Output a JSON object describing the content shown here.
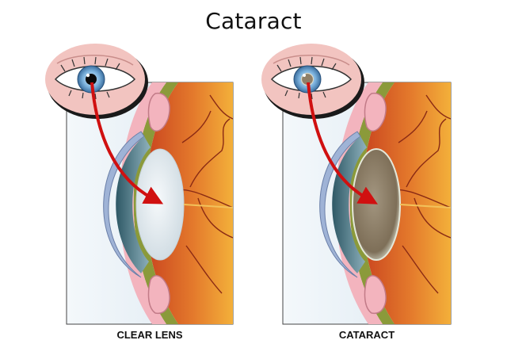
{
  "title": "Cataract",
  "panels": [
    {
      "label": "CLEAR LENS"
    },
    {
      "label": "CATARACT"
    }
  ],
  "colors": {
    "retina_orange": "#e9932f",
    "retina_red": "#c9441f",
    "vessel": "#8a2a14",
    "choroid_green": "#8b9a3a",
    "sclera_pink": "#f3b4be",
    "cornea_blue": "#9fb3d6",
    "iris_teal": "#3d6b7a",
    "clear_lens": "#e3ebef",
    "cloudy_lens": "#8f7f68",
    "arrow_red": "#d01010",
    "skin": "#f2c4c0",
    "iris_blue": "#6fa6d6"
  }
}
